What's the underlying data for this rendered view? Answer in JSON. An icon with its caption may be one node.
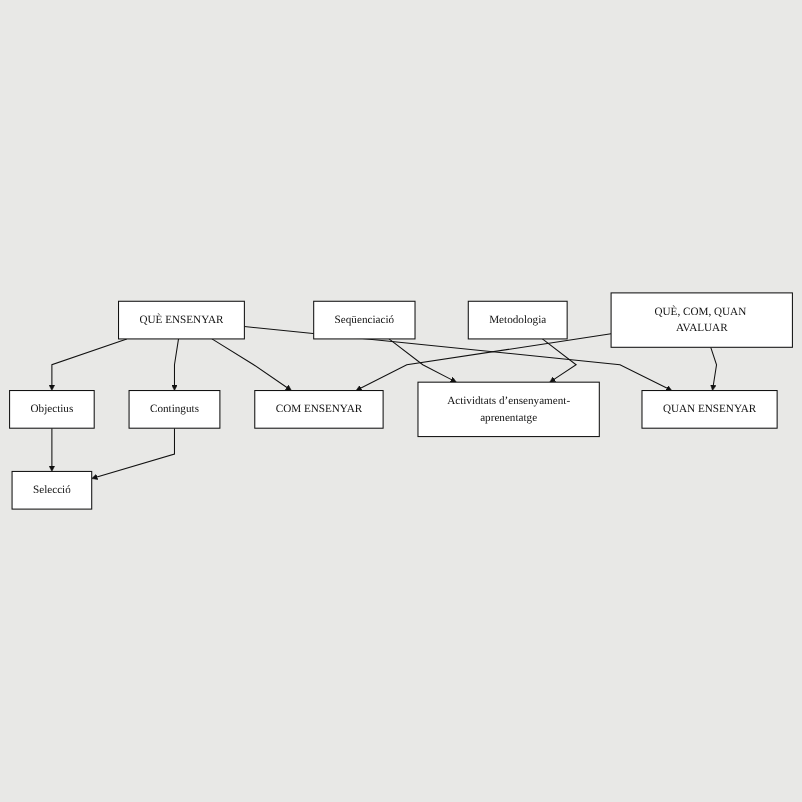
{
  "diagram": {
    "nodes": [
      {
        "text": [
          "QUÈ ENSENYAR"
        ]
      },
      {
        "text": [
          "Objectius"
        ]
      },
      {
        "text": [
          "Continguts"
        ]
      },
      {
        "text": [
          "Selecció"
        ]
      },
      {
        "text": [
          "Seqüenciació"
        ]
      },
      {
        "text": [
          "COM ENSENYAR"
        ]
      },
      {
        "text": [
          "Actividtats d’ensenyament-aprenentatge"
        ]
      },
      {
        "text": [
          "QUAN ENSENYAR"
        ]
      },
      {
        "text": [
          "Metodologia"
        ]
      },
      {
        "text": [
          "QUÈ, COM, QUAN AVALUAR"
        ]
      }
    ],
    "edges": [
      {
        "from": 0,
        "to": 1,
        "arrow": "to"
      },
      {
        "from": 0,
        "to": 2,
        "arrow": "to"
      },
      {
        "from": 0,
        "to": 5,
        "arrow": "to"
      },
      {
        "from": 0,
        "to": 7,
        "arrow": "to"
      },
      {
        "from": 1,
        "to": 3,
        "arrow": "to"
      },
      {
        "from": 2,
        "to": 3,
        "arrow": "to"
      },
      {
        "from": 4,
        "to": 6,
        "arrow": "to"
      },
      {
        "from": 8,
        "to": 6,
        "arrow": "to"
      },
      {
        "from": 9,
        "to": 5,
        "arrow": "to"
      },
      {
        "from": 9,
        "to": 7,
        "arrow": "to"
      }
    ]
  }
}
